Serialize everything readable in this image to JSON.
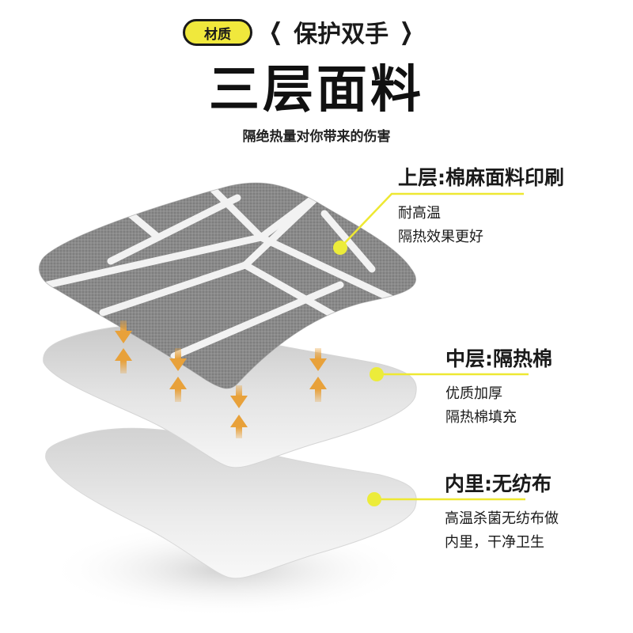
{
  "header": {
    "badge_label": "材质",
    "chevron_left": "❮",
    "tagline": "保护双手",
    "chevron_right": "❯",
    "title": "三层面料",
    "subtitle": "隔绝热量对你带来的伤害"
  },
  "layers": [
    {
      "title": "上层:棉麻面料印刷",
      "lines": [
        "耐高温",
        "隔热效果更好"
      ]
    },
    {
      "title": "中层:隔热棉",
      "lines": [
        "优质加厚",
        "隔热棉填充"
      ]
    },
    {
      "title": "内里:无纺布",
      "lines": [
        "高温杀菌无纺布做",
        "内里，干净卫生"
      ]
    }
  ],
  "colors": {
    "accent_yellow": "#f0e83c",
    "arrow_orange": "#e8a13a",
    "fabric_gray": "#8a8a8a",
    "text": "#1a1a1a"
  },
  "icons": {
    "chevron_left": "chevron-left-icon",
    "chevron_right": "chevron-right-icon",
    "heat_arrows": "heat-compression-arrows-icon",
    "callout_dot": "callout-dot-icon"
  }
}
